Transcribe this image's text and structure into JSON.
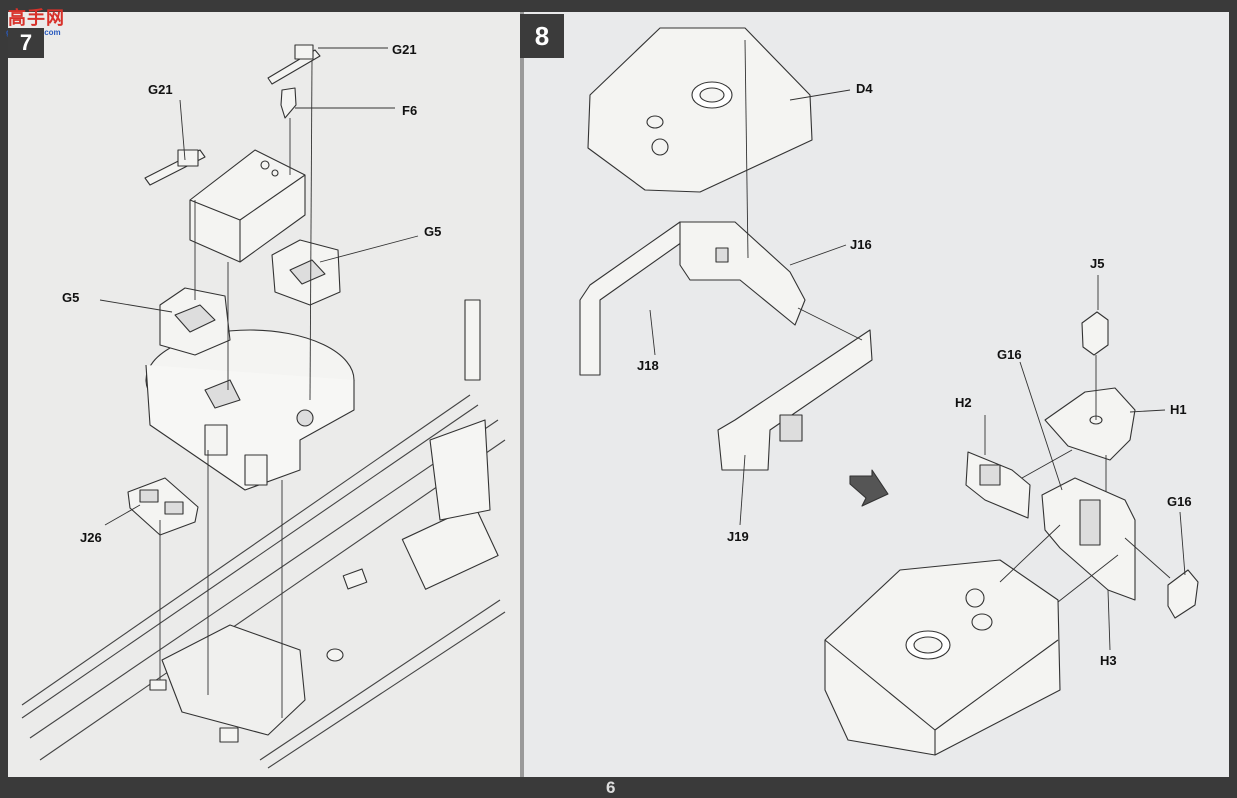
{
  "watermark": {
    "brand": "高手网",
    "url": "gao-shou.com"
  },
  "left_page": {
    "step": "7",
    "labels": {
      "g21_top": "G21",
      "g21_left": "G21",
      "f6": "F6",
      "g5_right": "G5",
      "g5_left": "G5",
      "j26": "J26"
    }
  },
  "right_page": {
    "step": "8",
    "labels": {
      "d4": "D4",
      "j16": "J16",
      "j18": "J18",
      "j19": "J19",
      "j5": "J5",
      "g16_top": "G16",
      "h2": "H2",
      "h1": "H1",
      "g16_right": "G16",
      "h3": "H3"
    }
  },
  "footer": {
    "page_number": "6"
  },
  "colors": {
    "paper": "#ebebea",
    "line": "#333333",
    "part_fill": "#f4f4f2",
    "badge": "#3b3b3b",
    "background": "#3a3a3a"
  }
}
